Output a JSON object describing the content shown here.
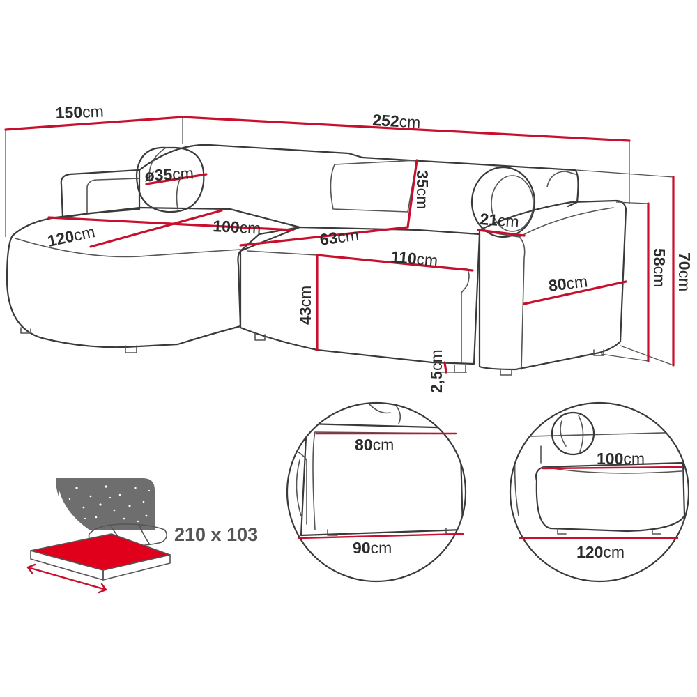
{
  "dimensions": {
    "width_total": {
      "value": "252",
      "unit": "cm"
    },
    "chaise_length": {
      "value": "150",
      "unit": "cm"
    },
    "pillow_diameter": {
      "prefix": "ø",
      "value": "35",
      "unit": "cm"
    },
    "chaise_depth": {
      "value": "120",
      "unit": "cm"
    },
    "chaise_seat_length": {
      "value": "100",
      "unit": "cm"
    },
    "seat_depth": {
      "value": "63",
      "unit": "cm"
    },
    "backrest_height": {
      "value": "35",
      "unit": "cm"
    },
    "seat_width": {
      "value": "110",
      "unit": "cm"
    },
    "armrest_width": {
      "value": "21",
      "unit": "cm"
    },
    "armrest_length": {
      "value": "80",
      "unit": "cm"
    },
    "seat_height": {
      "value": "43",
      "unit": "cm"
    },
    "leg_height": {
      "value": "2,5",
      "unit": "cm"
    },
    "armrest_height": {
      "value": "58",
      "unit": "cm"
    },
    "total_height": {
      "value": "70",
      "unit": "cm"
    }
  },
  "detail_left": {
    "top": {
      "value": "80",
      "unit": "cm"
    },
    "bottom": {
      "value": "90",
      "unit": "cm"
    }
  },
  "detail_right": {
    "top": {
      "value": "100",
      "unit": "cm"
    },
    "bottom": {
      "value": "120",
      "unit": "cm"
    }
  },
  "sleep_area": {
    "text": "210 x 103"
  },
  "colors": {
    "dimension_line": "#c8102e",
    "outline": "#3a3a3a",
    "night_panel": "#6e6e6e",
    "mattress": "#e0001b"
  }
}
